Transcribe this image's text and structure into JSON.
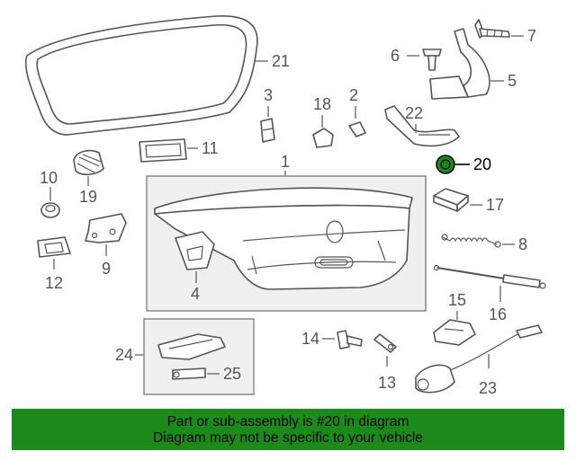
{
  "diagram": {
    "callouts": {
      "c1": "1",
      "c2": "2",
      "c3": "3",
      "c4": "4",
      "c5": "5",
      "c6": "6",
      "c7": "7",
      "c8": "8",
      "c9": "9",
      "c10": "10",
      "c11": "11",
      "c12": "12",
      "c13": "13",
      "c14": "14",
      "c15": "15",
      "c16": "16",
      "c17": "17",
      "c18": "18",
      "c19": "19",
      "c20": "20",
      "c21": "21",
      "c22": "22",
      "c23": "23",
      "c24": "24",
      "c25": "25"
    },
    "highlight_part": "20",
    "highlight_color": "#1b8a1b"
  },
  "banner": {
    "line1": "Part or sub-assembly is #20 in diagram",
    "line2": "Diagram may not be specific to your vehicle",
    "background": "#1b8a1b"
  }
}
